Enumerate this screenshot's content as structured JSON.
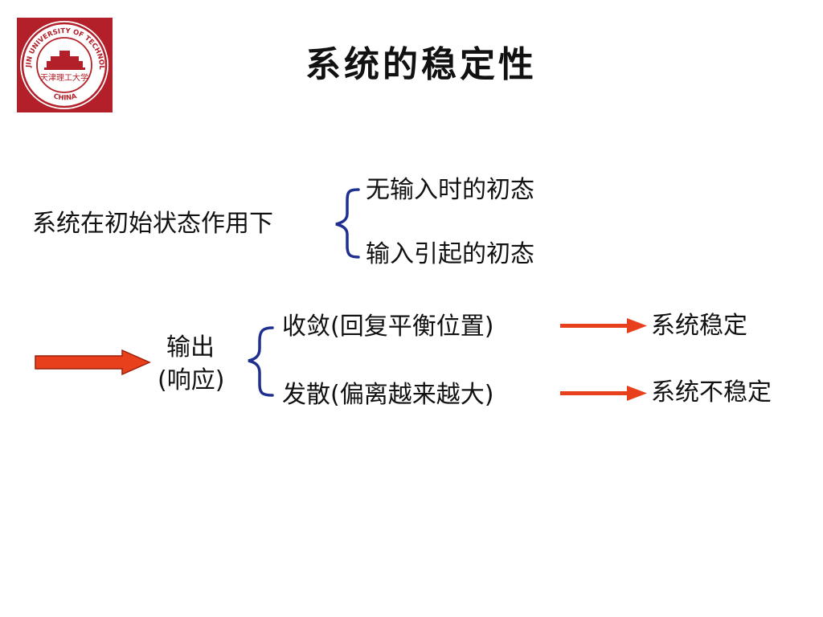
{
  "slide": {
    "title": "系统的稳定性",
    "logo": {
      "name": "Tianjin University of Technology seal",
      "ring_text_top": "TIANJIN UNIVERSITY OF TECHNOLOGY",
      "ring_text_bottom": "CHINA",
      "center_text": "天津理工大学",
      "color": "#b3202a"
    },
    "condition": {
      "label": "系统在初始状态作用下",
      "branches": [
        "无输入时的初态",
        "输入引起的初态"
      ]
    },
    "response": {
      "label_line1": "输出",
      "label_line2": "(响应)",
      "branches": [
        {
          "label": "收敛(回复平衡位置)",
          "result": "系统稳定"
        },
        {
          "label": "发散(偏离越来越大)",
          "result": "系统不稳定"
        }
      ]
    },
    "colors": {
      "brace": "#1f2f8f",
      "arrow": "#e8401c",
      "arrow_outline": "#9c1f0a",
      "text": "#111111"
    }
  }
}
